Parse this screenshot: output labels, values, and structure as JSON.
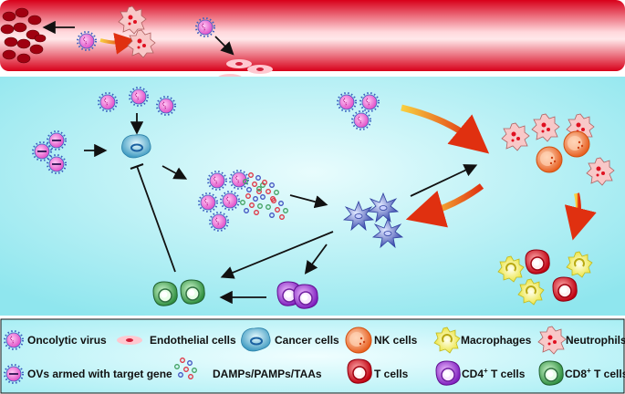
{
  "legend": {
    "oncolytic_virus": "Oncolytic virus",
    "endothelial_cells": "Endothelial cells",
    "cancer_cells": "Cancer cells",
    "nk_cells": "NK cells",
    "macrophages": "Macrophages",
    "neutrophils": "Neutrophils",
    "armed_ovs": "OVs armed with target gene",
    "damps": "DAMPs/PAMPs/TAAs",
    "t_cells": "T cells",
    "cd4_prefix": "CD4",
    "cd8_prefix": "CD8",
    "plus": "+",
    "t_cells_suffix": " T cells"
  },
  "colors": {
    "vessel": "#e8102a",
    "tissue": "#bff2f7",
    "virus": "#f06ad8",
    "virus_spikes": "#3a5fc0",
    "cancer": "#4aa6c8",
    "nk": "#f07a40",
    "macrophage": "#e8e040",
    "neutrophil": "#f4b8b8",
    "t_cell": "#e01020",
    "cd4": "#a030d0",
    "cd8": "#40a050",
    "dendritic": "#6070c8",
    "arrow_orange": "#e85010"
  }
}
